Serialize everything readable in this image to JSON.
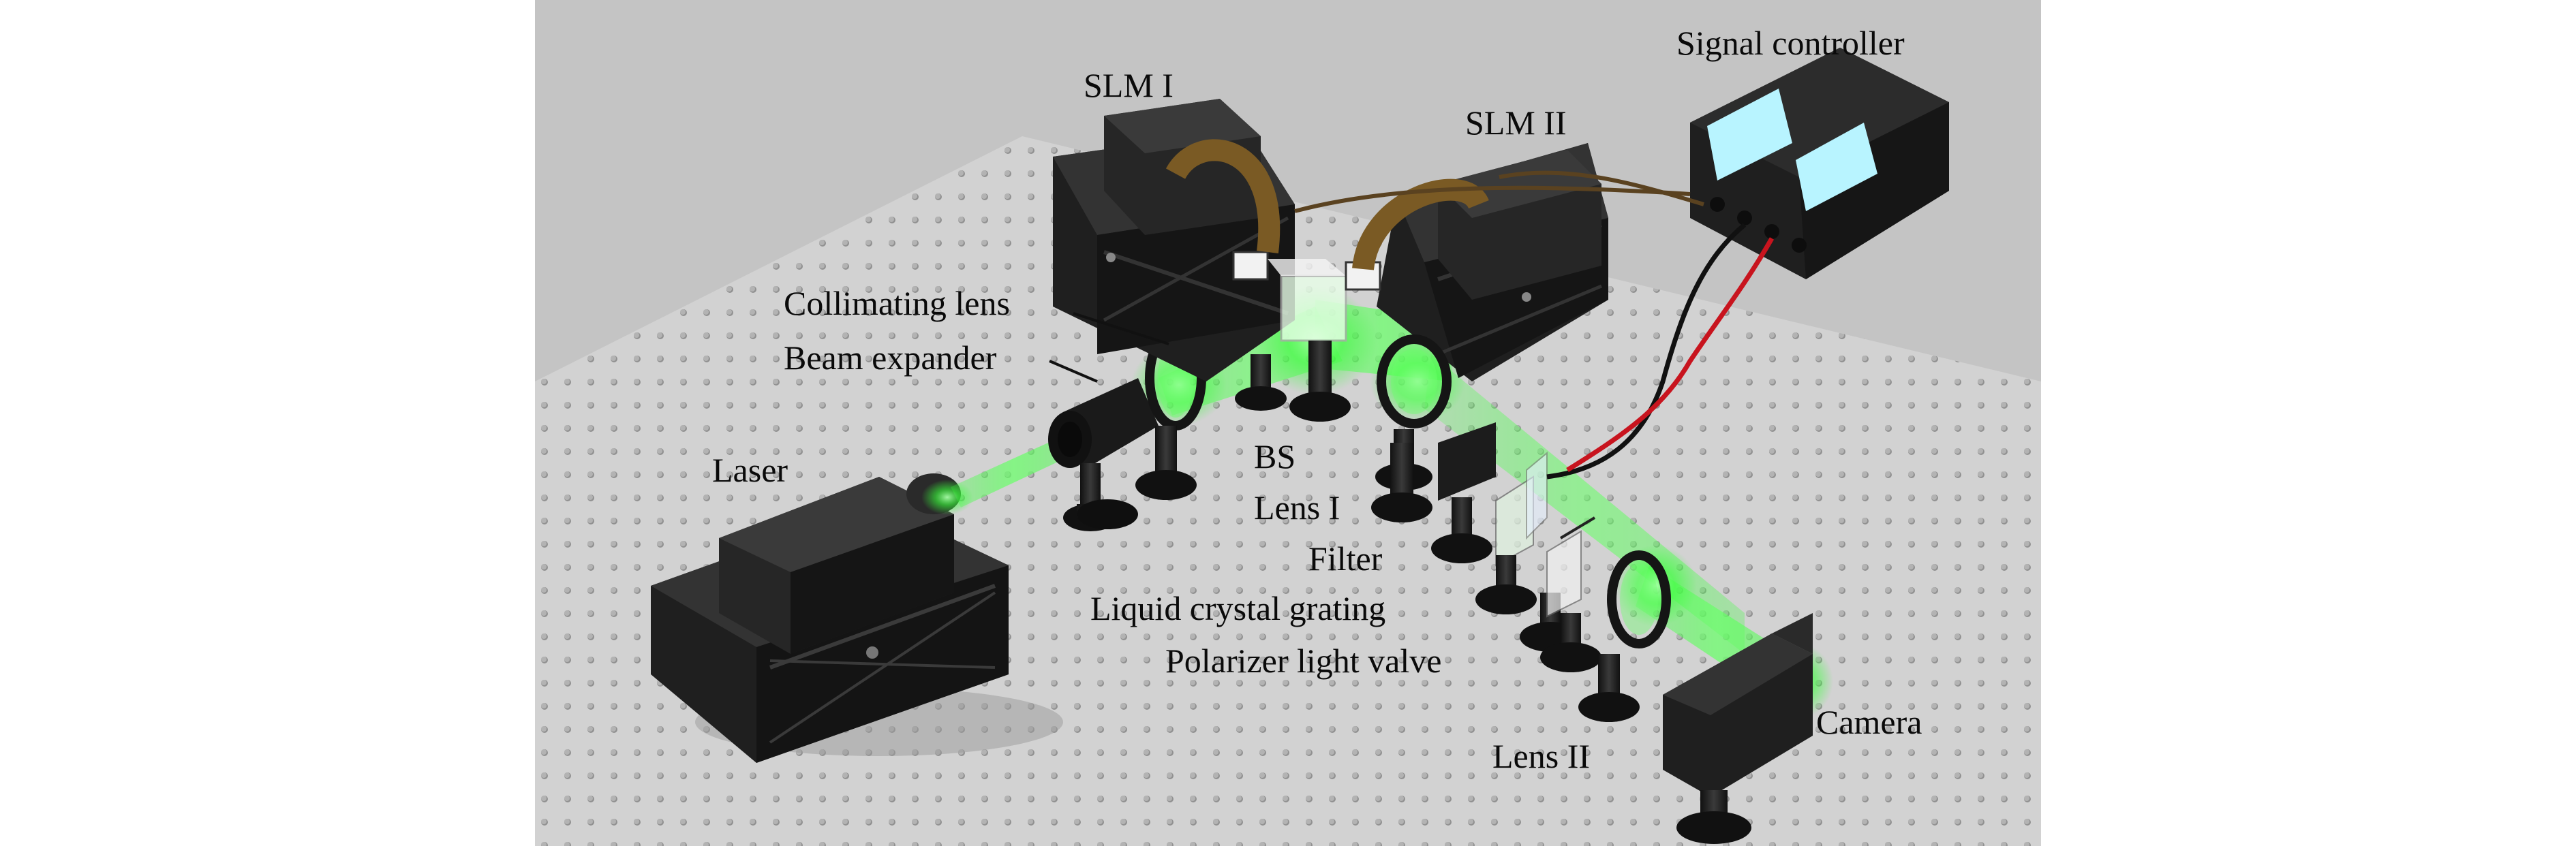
{
  "labels": {
    "slm1": "SLM I",
    "slm2": "SLM II",
    "signal_controller": "Signal controller",
    "collimating_lens": "Collimating lens",
    "beam_expander": "Beam expander",
    "laser": "Laser",
    "bs": "BS",
    "lens1": "Lens I",
    "filter": "Filter",
    "lc_grating": "Liquid crystal grating",
    "polarizer": "Polarizer light valve",
    "camera": "Camera",
    "lens2": "Lens II"
  },
  "colors": {
    "table": "#d2d2d2",
    "backdrop": "#c4c4c4",
    "hole": "#8a8a8a",
    "device": "#1f1f1f",
    "device_light": "#3a3a3a",
    "beam": "#39ff3a",
    "screen": "#b8f4ff",
    "ribbon": "#7a5a24",
    "wire_red": "#c8141e",
    "wire_black": "#111111"
  }
}
